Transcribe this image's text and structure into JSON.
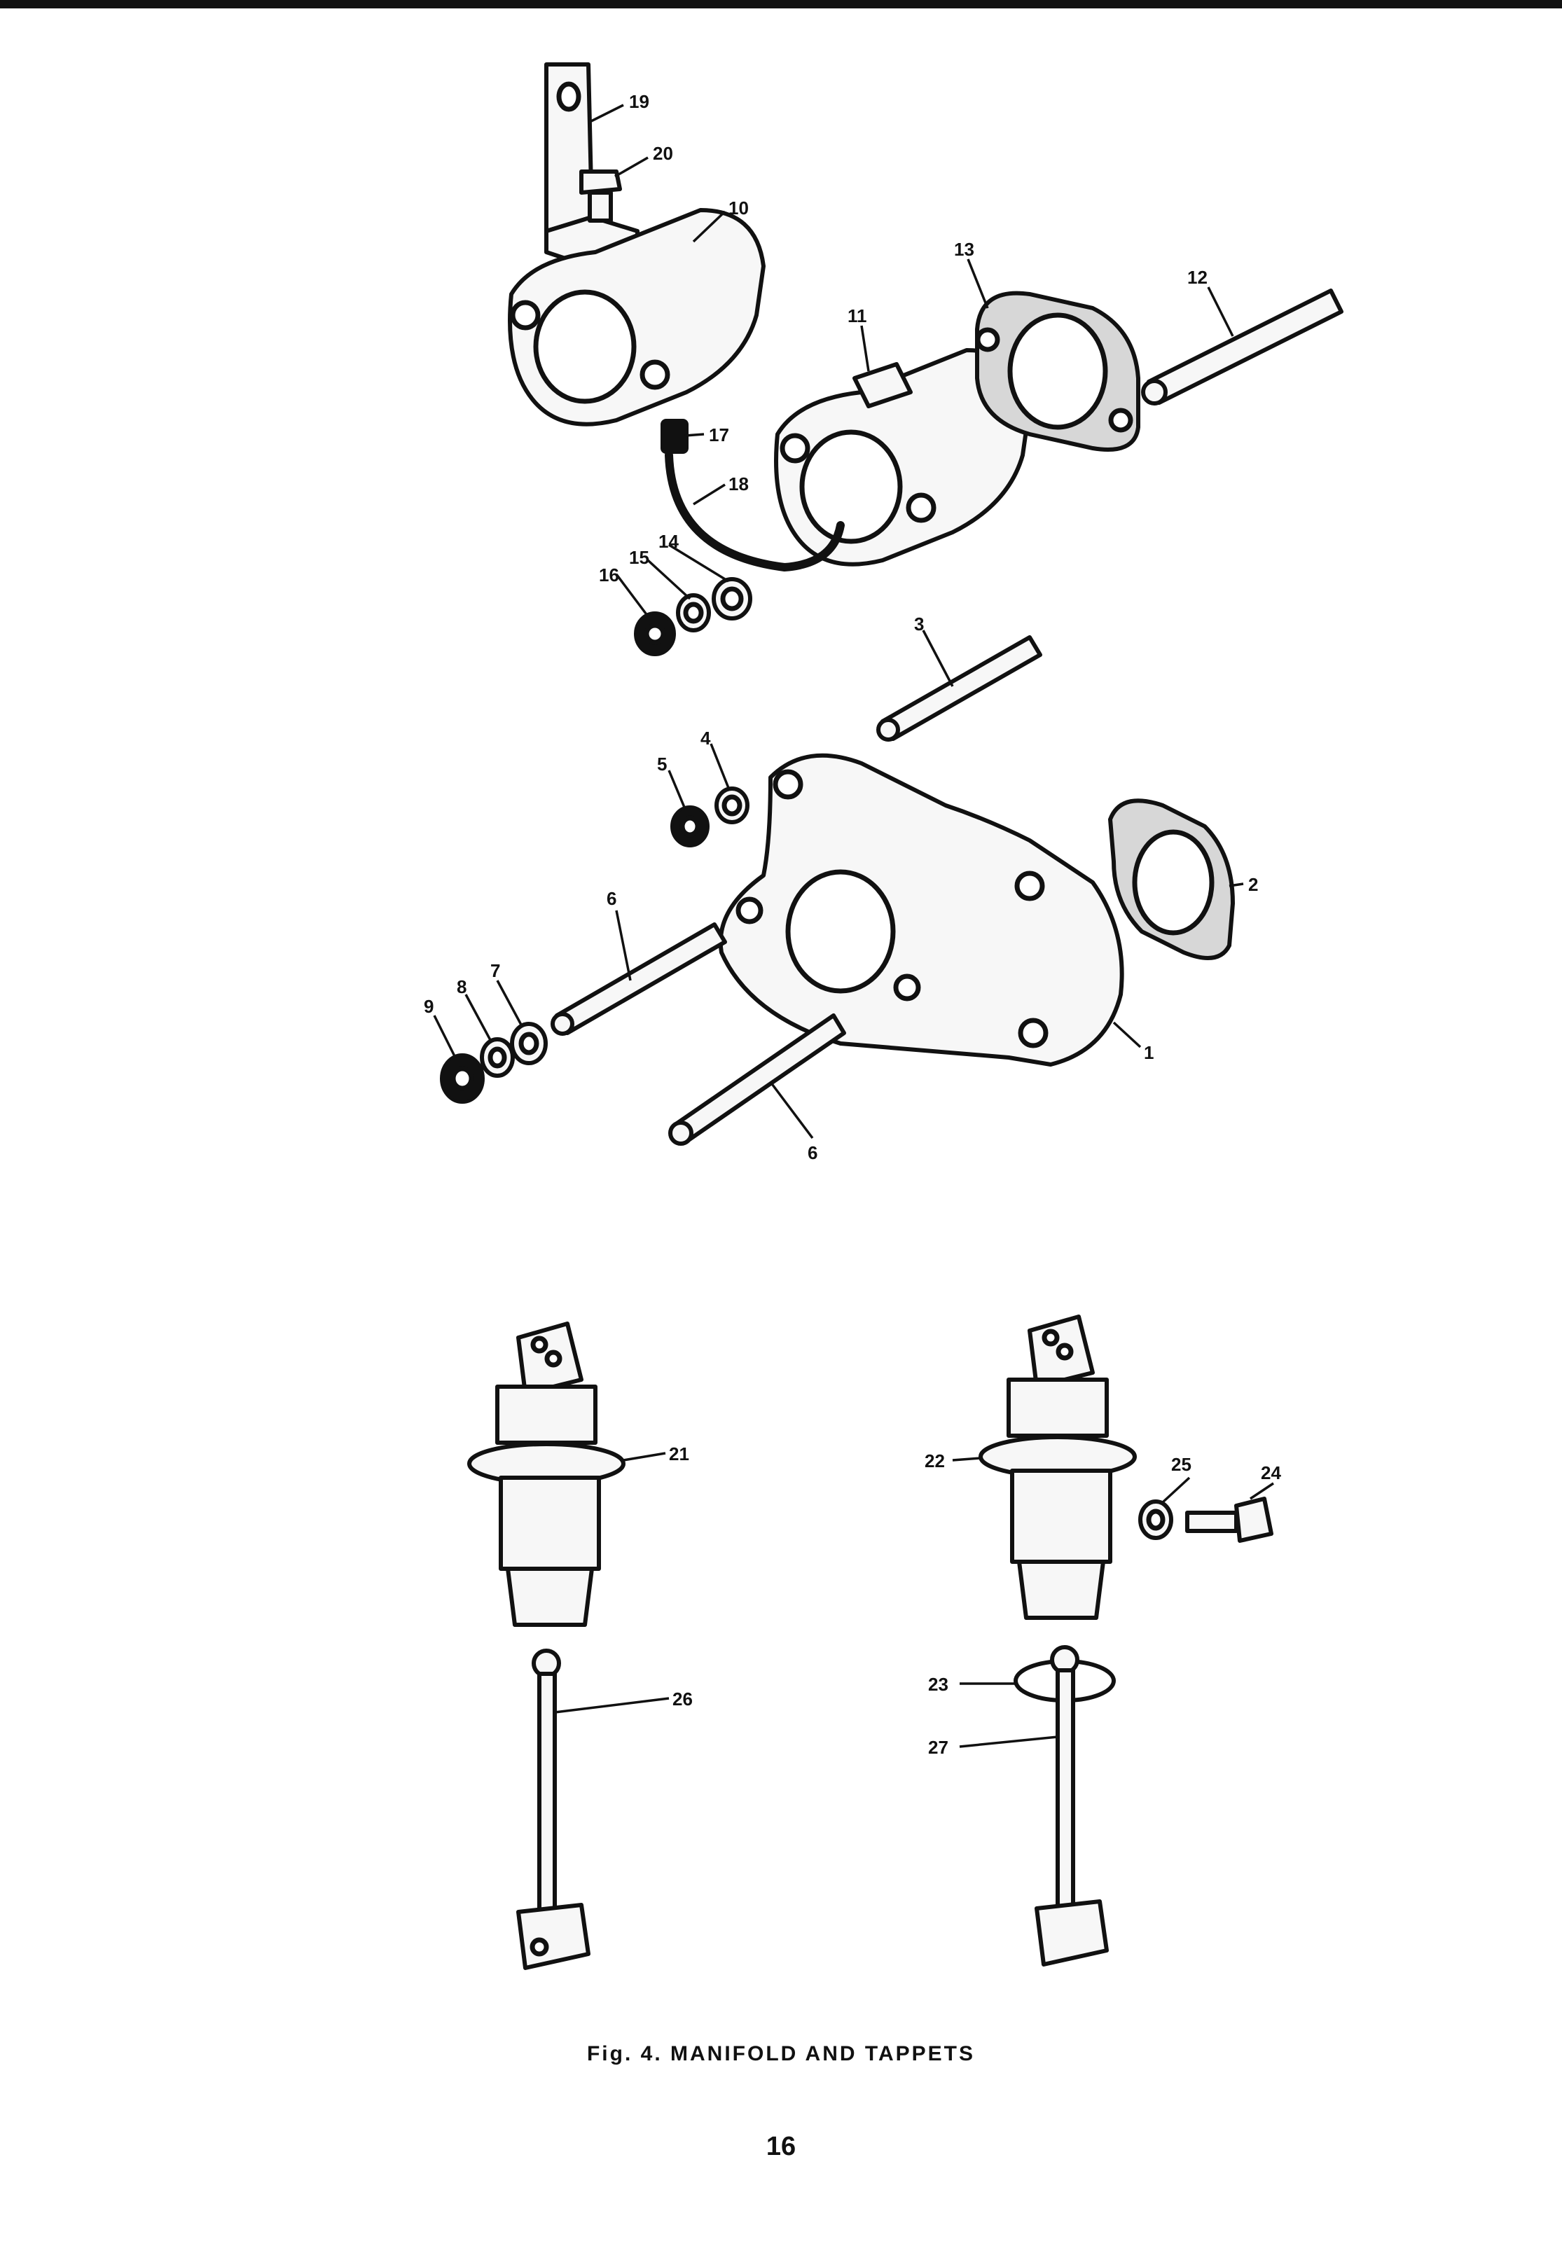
{
  "figure": {
    "caption_prefix": "Fig. 4.",
    "caption_title": "MANIFOLD AND TAPPETS"
  },
  "page_number": "16",
  "callouts": {
    "c1": "1",
    "c2": "2",
    "c3": "3",
    "c4": "4",
    "c5": "5",
    "c6a": "6",
    "c6b": "6",
    "c7": "7",
    "c8": "8",
    "c9": "9",
    "c10": "10",
    "c11": "11",
    "c12": "12",
    "c13": "13",
    "c14": "14",
    "c15": "15",
    "c16": "16",
    "c17": "17",
    "c18": "18",
    "c19": "19",
    "c20": "20",
    "c21": "21",
    "c22": "22",
    "c23": "23",
    "c24": "24",
    "c25": "25",
    "c26": "26",
    "c27": "27"
  }
}
